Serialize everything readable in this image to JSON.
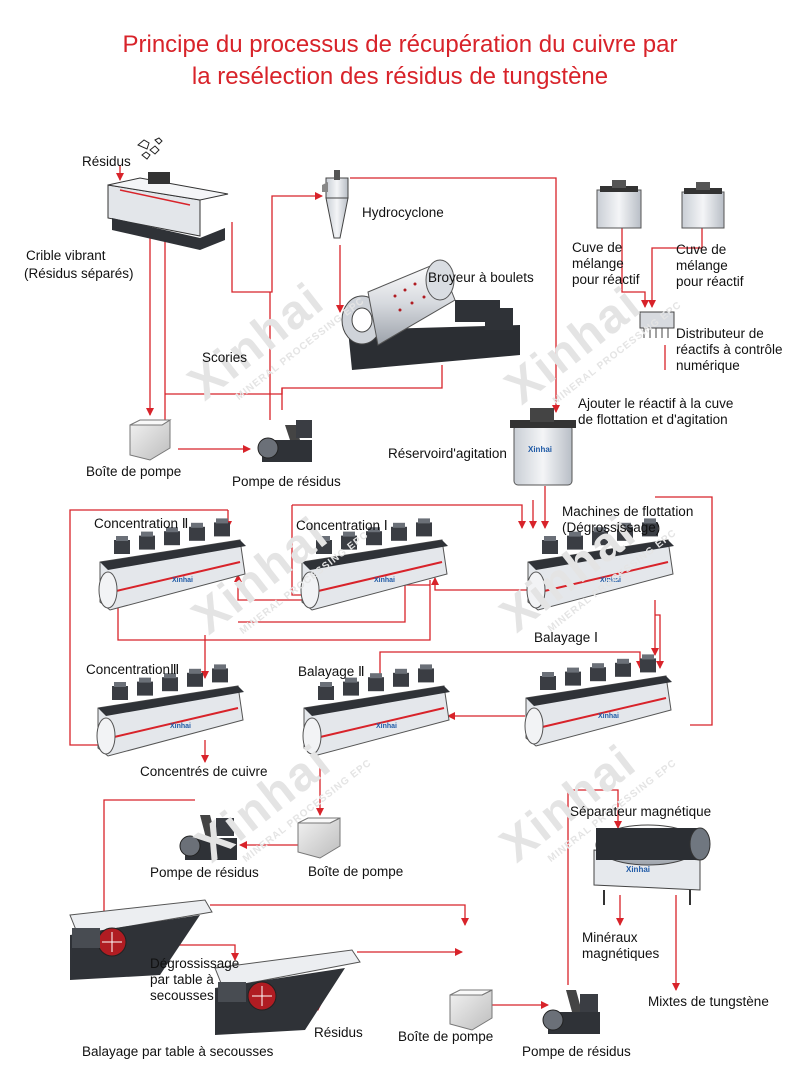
{
  "title": {
    "line1": "Principe du processus de récupération du cuivre par",
    "line2": "la resélection des résidus de tungstène"
  },
  "watermark": {
    "brand": "Xinhai",
    "tagline": "MINERAL PROCESSING EPC"
  },
  "equipment_brand": "Xinhai",
  "labels": {
    "residus_in": "Résidus",
    "crible": "Crible vibrant",
    "crible_sub": "(Résidus séparés)",
    "hydrocyclone": "Hydrocyclone",
    "broyeur": "Broyeur à boulets",
    "scories": "Scories",
    "cuve1": "Cuve de\nmélange\npour réactif",
    "cuve2": "Cuve de\nmélange\npour réactif",
    "distributeur": "Distributeur de\nréactifs à contrôle\nnumérique",
    "ajouter": "Ajouter le réactif à la cuve\nde flottation et d'agitation",
    "boite1": "Boîte de pompe",
    "pompe1": "Pompe de résidus",
    "reservoir": "Réservoird'agitation",
    "conc2": "Concentration Ⅱ",
    "conc1": "Concentration Ⅰ",
    "machines": "Machines de flottation\n(Dégrossissage)",
    "balayage1": "Balayage Ⅰ",
    "conc3": "ConcentrationⅢ",
    "balayage2": "Balayage Ⅱ",
    "concentres": "Concentrés de cuivre",
    "separateur": "Séparateur magnétique",
    "pompe2": "Pompe de résidus",
    "boite2": "Boîte de pompe",
    "mineraux": "Minéraux\nmagnétiques",
    "mixtes": "Mixtes de tungstène",
    "degrossissage_table": "Dégrossissage\npar table à\nsecousses",
    "residus_out": "Résidus",
    "boite3": "Boîte de pompe",
    "balayage_table": "Balayage par table à secousses",
    "pompe3": "Pompe de résidus"
  },
  "colors": {
    "title": "#d8232a",
    "flow": "#d8232a",
    "machine": "#3d4046",
    "tank": "#dfe3e8",
    "watermark": "#e4e4e4"
  }
}
